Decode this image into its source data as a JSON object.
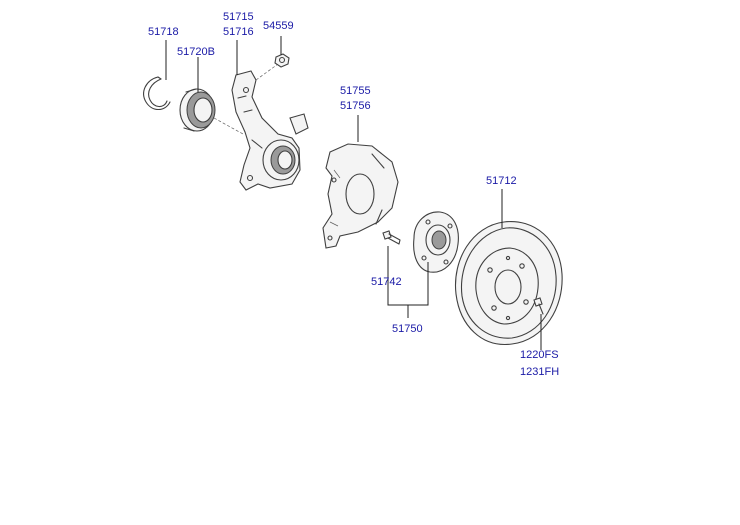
{
  "labels": {
    "snap_ring": "51718",
    "bearing": "51720B",
    "knuckle_a": "51715",
    "knuckle_b": "51716",
    "nut": "54559",
    "dust_cover_a": "51755",
    "dust_cover_b": "51756",
    "disc": "51712",
    "hub_bolt": "51742",
    "hub_assy": "51750",
    "screw_a": "1220FS",
    "screw_b": "1231FH"
  },
  "colors": {
    "label": "#1a1aa6",
    "line": "#404040",
    "background": "#ffffff"
  }
}
